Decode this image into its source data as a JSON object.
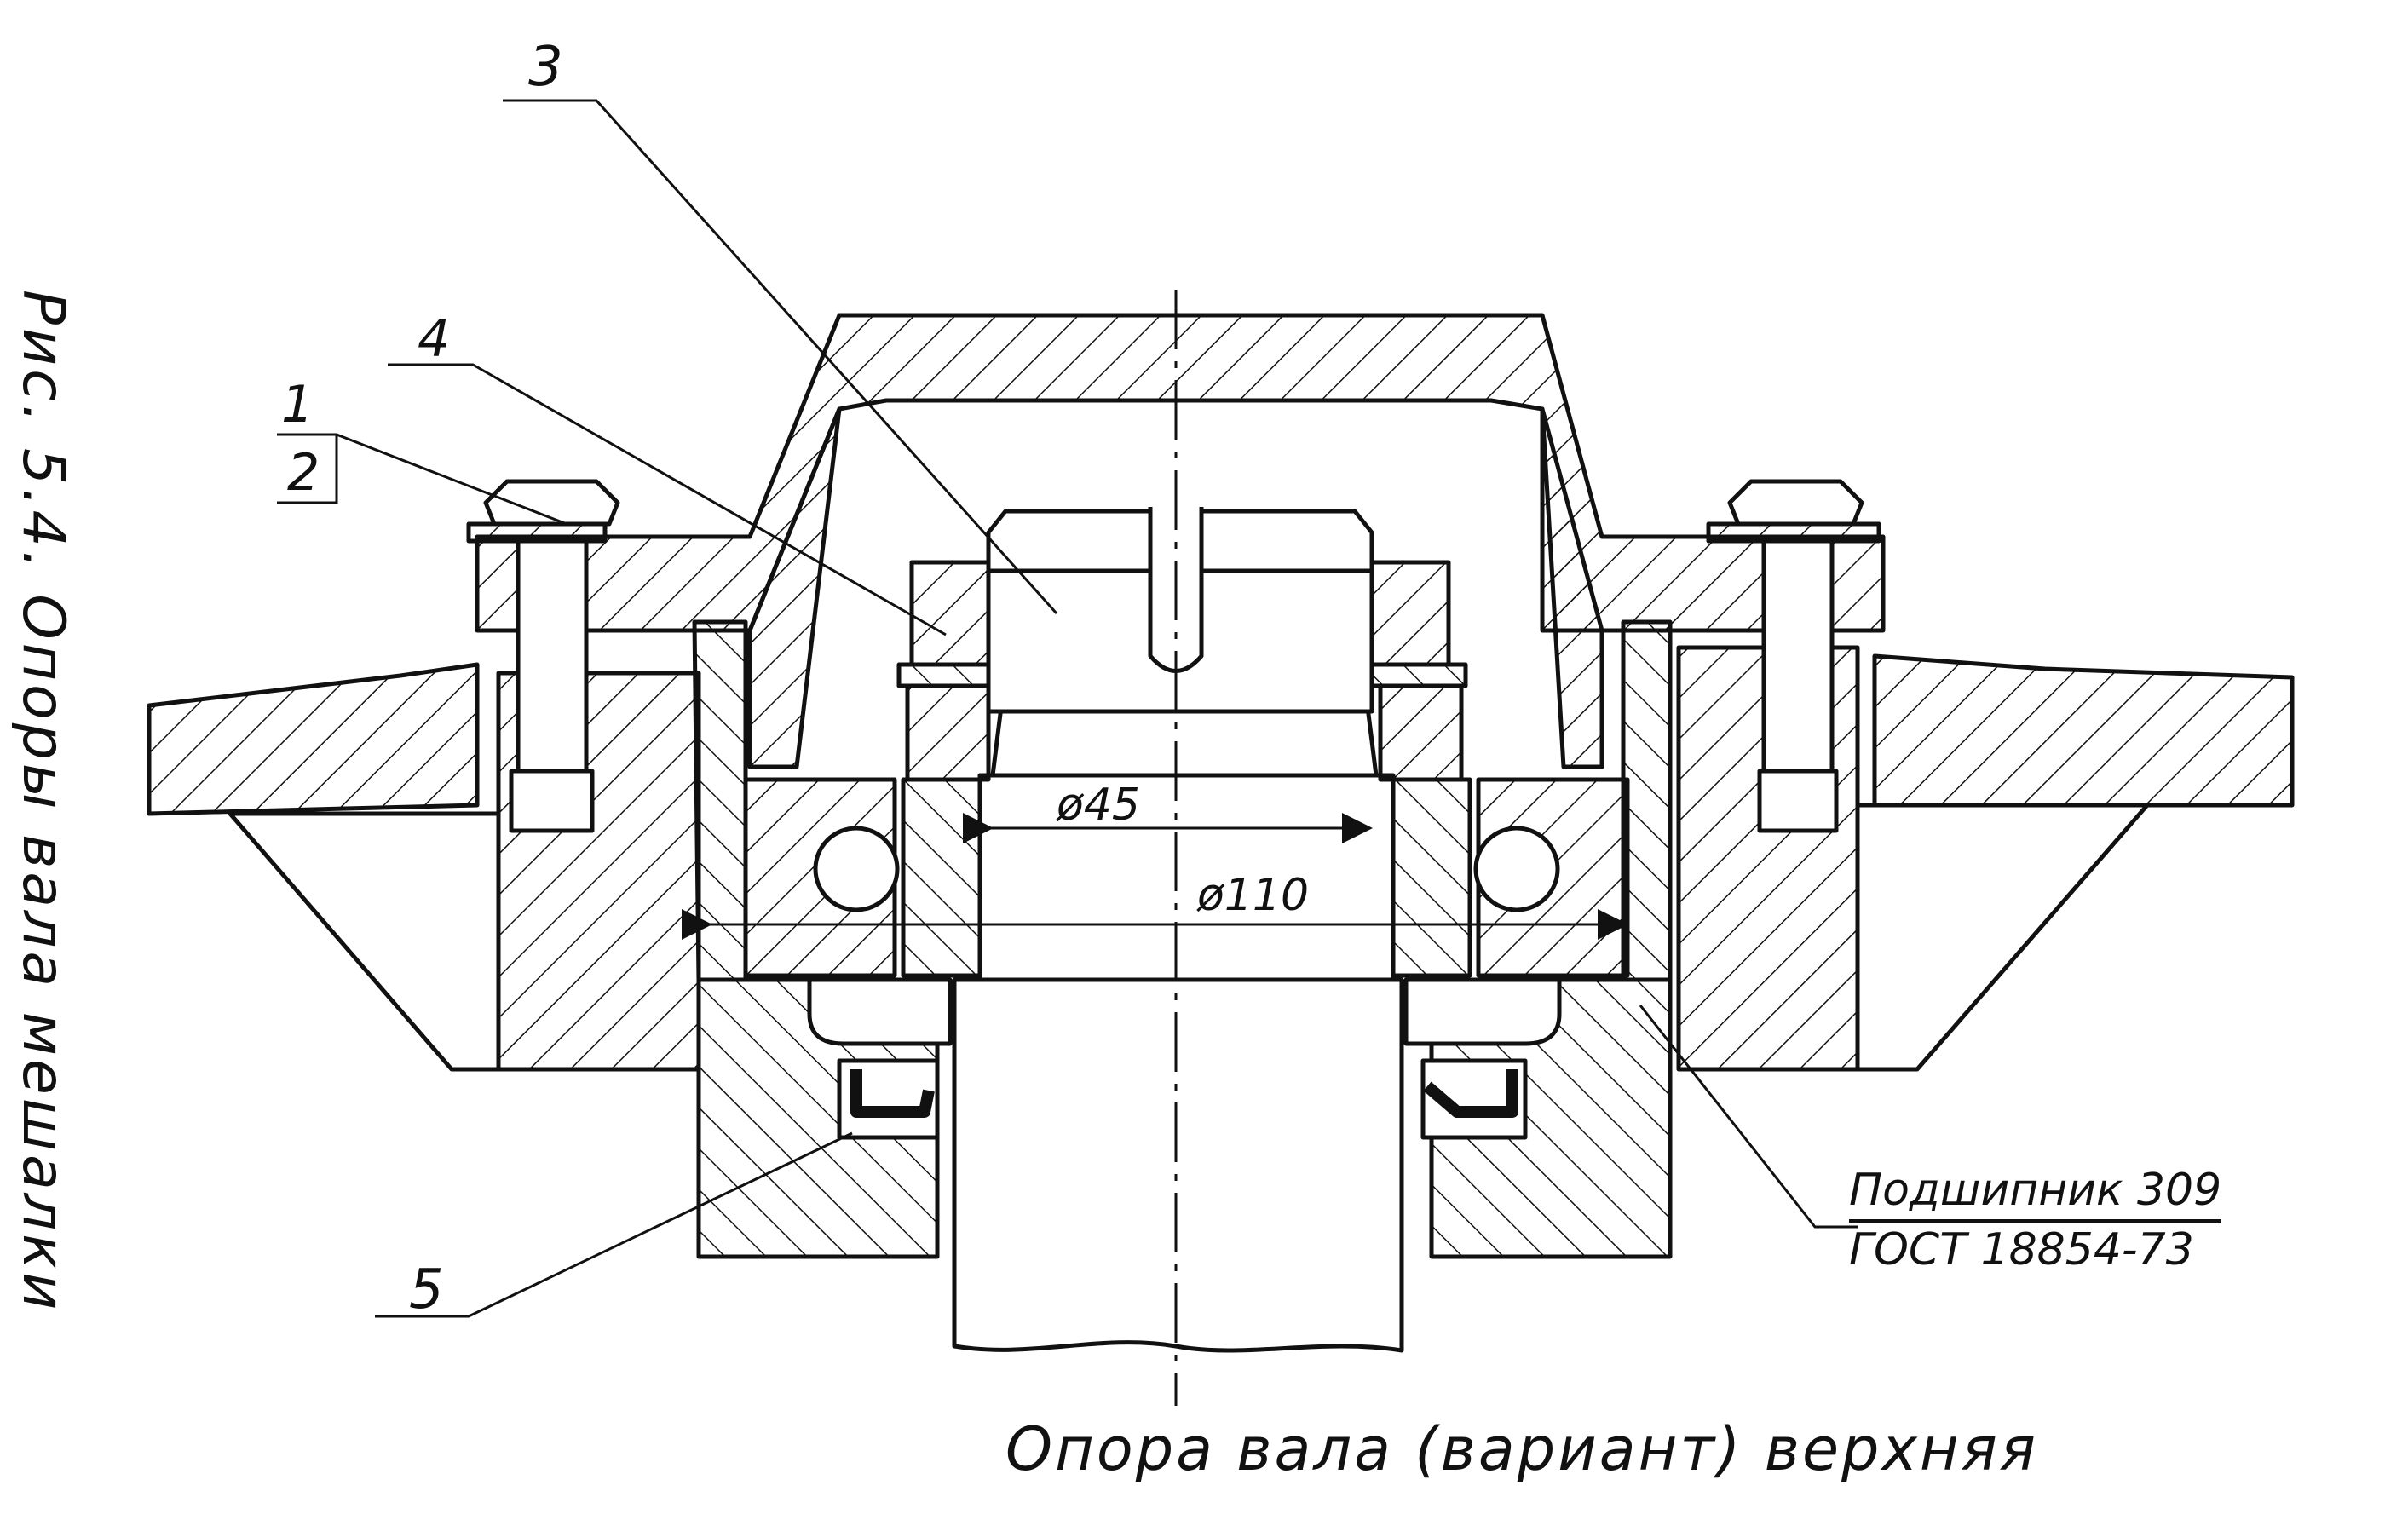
{
  "figure": {
    "side_caption": "Рис. 5.4. Опоры вала мешалки",
    "bottom_caption": "Опора вала (вариант) верхняя"
  },
  "callouts": {
    "item_1": "1",
    "item_2": "2",
    "item_3": "3",
    "item_4": "4",
    "item_5": "5"
  },
  "dimensions": {
    "inner_diameter": "ø45",
    "outer_diameter": "ø110"
  },
  "bearing_note": {
    "line1": "Подшипник 309",
    "line2": "ГОСТ 18854-73"
  }
}
